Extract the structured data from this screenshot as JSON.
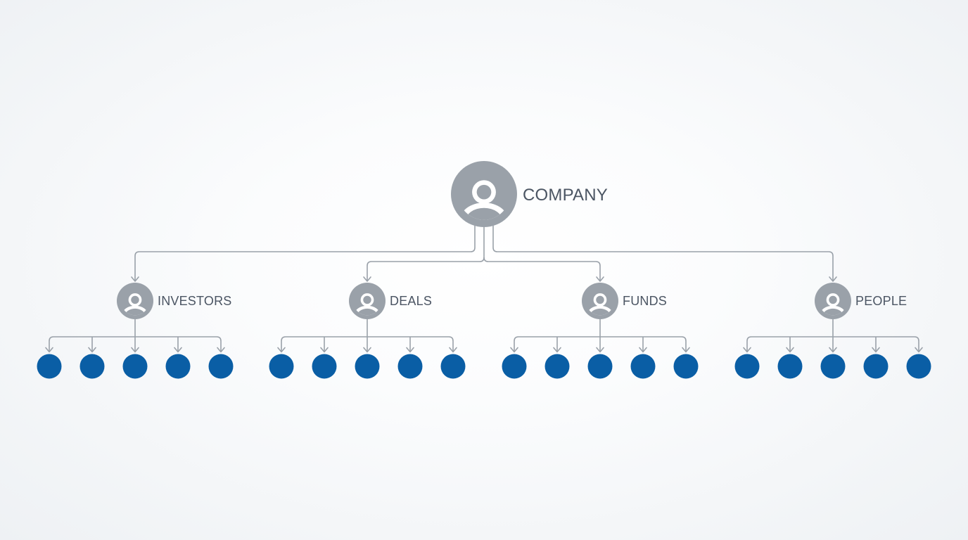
{
  "colors": {
    "connector": "#9aa1a9",
    "icon": "#9aa1a9",
    "leaf": "#0a5ea5",
    "label": "#4b5563"
  },
  "root": {
    "label": "COMPANY",
    "icon": "person-icon"
  },
  "categories": [
    {
      "label": "INVESTORS",
      "icon": "person-icon",
      "leaf_count": 5
    },
    {
      "label": "DEALS",
      "icon": "person-icon",
      "leaf_count": 5
    },
    {
      "label": "FUNDS",
      "icon": "person-icon",
      "leaf_count": 5
    },
    {
      "label": "PEOPLE",
      "icon": "person-icon",
      "leaf_count": 5
    }
  ]
}
